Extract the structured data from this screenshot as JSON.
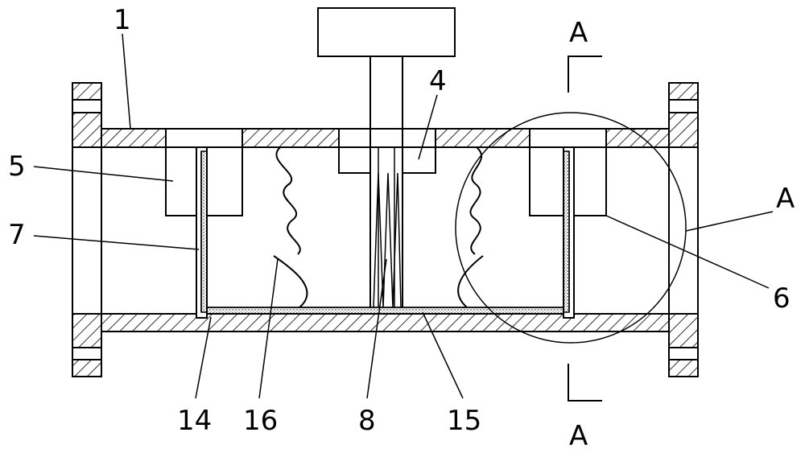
{
  "labels": {
    "l1": "1",
    "l4": "4",
    "l5": "5",
    "l6": "6",
    "l7": "7",
    "l8": "8",
    "l14": "14",
    "l15": "15",
    "l16": "16",
    "detail_circle": "A",
    "section_top": "A",
    "section_bottom": "A"
  }
}
